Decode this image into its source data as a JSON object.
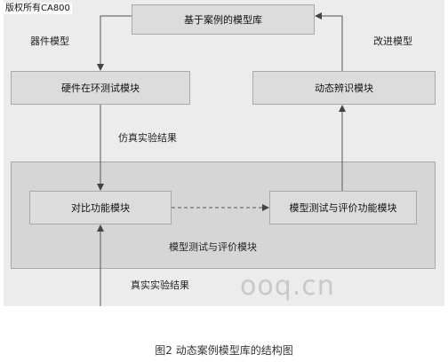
{
  "copyright": "版权所有CA800",
  "diagram": {
    "nodes": {
      "case_library": "基于案例的模型库",
      "hil_test": "硬件在环测试模块",
      "dynamic_identification": "动态辨识模块",
      "compare": "对比功能模块",
      "model_eval": "模型测试与评价功能模块",
      "group_label": "模型测试与评价模块"
    },
    "edge_labels": {
      "device_model": "器件模型",
      "improved_model": "改进模型",
      "sim_results": "仿真实验结果",
      "real_results": "真实实验结果"
    }
  },
  "watermark": "ooq.cn",
  "caption": "图2 动态案例模型库的结构图"
}
